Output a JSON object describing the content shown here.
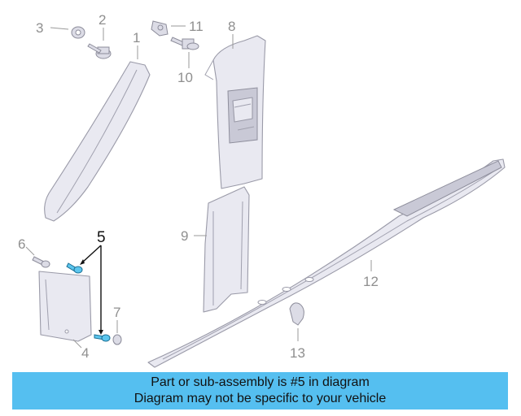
{
  "callouts": {
    "c1": "1",
    "c2": "2",
    "c3": "3",
    "c4": "4",
    "c5": "5",
    "c6": "6",
    "c7": "7",
    "c8": "8",
    "c9": "9",
    "c10": "10",
    "c11": "11",
    "c12": "12",
    "c13": "13"
  },
  "highlight_part": "5",
  "colors": {
    "highlight": "#5cc6ee",
    "banner": "#55bff0",
    "callout": "#8f8f8f"
  },
  "banner": {
    "line1": "Part or sub-assembly is #5 in diagram",
    "line2": "Diagram may not be specific to your vehicle"
  }
}
